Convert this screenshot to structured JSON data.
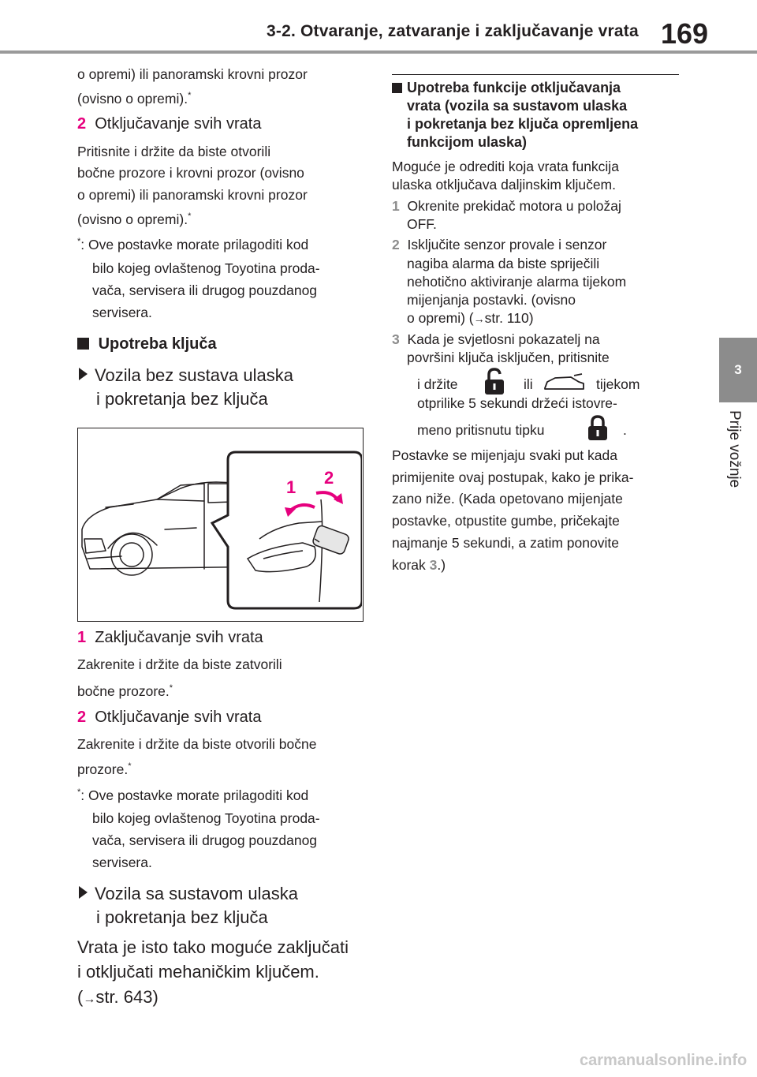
{
  "header": {
    "title": "3-2. Otvaranje, zatvaranje i zaključavanje vrata",
    "page_number": "169"
  },
  "side_tab": {
    "chapter_number": "3",
    "chapter_title": "Prije vožnje"
  },
  "left": {
    "l1": "o opremi) ili panoramski krovni prozor",
    "l2": "(ovisno o opremi).",
    "h2_num": "2",
    "h2_text": "Otključavanje svih vrata",
    "p1": "Pritisnite i držite da biste otvorili",
    "p2": "bočne prozore i krovni prozor (ovisno",
    "p3": "o opremi) ili panoramski krovni prozor",
    "p4": "(ovisno o opremi).",
    "fn_mark": "*",
    "fn1a": ": Ove postavke morate prilagoditi kod",
    "fn1b": "bilo kojeg ovlaštenog Toyotina proda-",
    "fn1c": "vača, servisera ili drugog pouzdanog",
    "fn1d": "servisera.",
    "section_title": "Upotreba ključa",
    "sub1a": "Vozila bez sustava ulaska",
    "sub1b": "i pokretanja bez ključa",
    "figure_label_1": "1",
    "figure_label_2": "2",
    "i1_num": "1",
    "i1_text": "Zaključavanje svih vrata",
    "i1_desc_a": "Zakrenite i držite da biste zatvorili",
    "i1_desc_b": "bočne prozore.",
    "i2_num": "2",
    "i2_text": "Otključavanje svih vrata",
    "i2_desc_a": "Zakrenite i držite da biste otvorili bočne",
    "i2_desc_b": "prozore.",
    "fn2a": ": Ove postavke morate prilagoditi kod",
    "fn2b": "bilo kojeg ovlaštenog Toyotina proda-",
    "fn2c": "vača, servisera ili drugog pouzdanog",
    "fn2d": "servisera.",
    "sub2a": "Vozila sa sustavom ulaska",
    "sub2b": "i pokretanja bez ključa",
    "body1": "Vrata je isto tako moguće zaključati",
    "body2": "i otključati mehaničkim ključem.",
    "body3": "str. 643)"
  },
  "right": {
    "h_a": "Upotreba funkcije otključavanja",
    "h_b": "vrata (vozila sa sustavom ulaska",
    "h_c": "i pokretanja bez ključa opremljena",
    "h_d": "funkcijom ulaska)",
    "intro_a": "Moguće je odrediti koja vrata funkcija",
    "intro_b": "ulaska otključava daljinskim ključem.",
    "s1_num": "1",
    "s1_a": "Okrenite prekidač motora u položaj",
    "s1_b": "OFF.",
    "s2_num": "2",
    "s2_a": "Isključite senzor provale i senzor",
    "s2_b": "nagiba alarma da biste spriječili",
    "s2_c": "nehotično aktiviranje alarma tijekom",
    "s2_d": "mijenjanja postavki. (ovisno",
    "s2_e": "o opremi) (",
    "s2_e2": "str. 110)",
    "s3_num": "3",
    "s3_a": "Kada je svjetlosni pokazatelj na",
    "s3_b": "površini ključa isključen, pritisnite",
    "s3_c1": "i držite",
    "s3_c2": "ili",
    "s3_c3": "tijekom",
    "s3_d": "otprilike 5 sekundi držeći istovre-",
    "s3_e1": "meno pritisnutu tipku",
    "s3_e2": ".",
    "out_a": "Postavke se mijenjaju svaki put kada",
    "out_b": "primijenite ovaj postupak, kako je prika-",
    "out_c": "zano niže. (Kada opetovano mijenjate",
    "out_d": "postavke, otpustite gumbe, pričekajte",
    "out_e": "najmanje 5 sekundi, a zatim ponovite",
    "out_f1": "korak",
    "out_f2": "3",
    "out_f3": ".)"
  },
  "watermark": "carmanualsonline.info",
  "colors": {
    "accent_pink": "#e6007e",
    "gray_tab": "#8c8c8c",
    "text": "#231f20"
  }
}
